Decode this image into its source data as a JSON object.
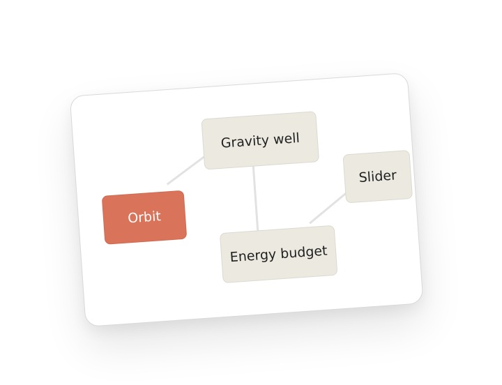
{
  "diagram": {
    "nodes": {
      "gravity_well": {
        "label": "Gravity well"
      },
      "orbit": {
        "label": "Orbit"
      },
      "slider": {
        "label": "Slider"
      },
      "energy_budget": {
        "label": "Energy budget"
      }
    },
    "edges": [
      {
        "from": "orbit",
        "to": "gravity_well"
      },
      {
        "from": "gravity_well",
        "to": "energy_budget"
      },
      {
        "from": "slider",
        "to": "energy_budget"
      }
    ],
    "colors": {
      "node_fill": "#eceae0",
      "active_node_fill": "#d9735a",
      "edge": "#e2e2e2",
      "card": "#ffffff"
    },
    "active_node": "orbit"
  }
}
